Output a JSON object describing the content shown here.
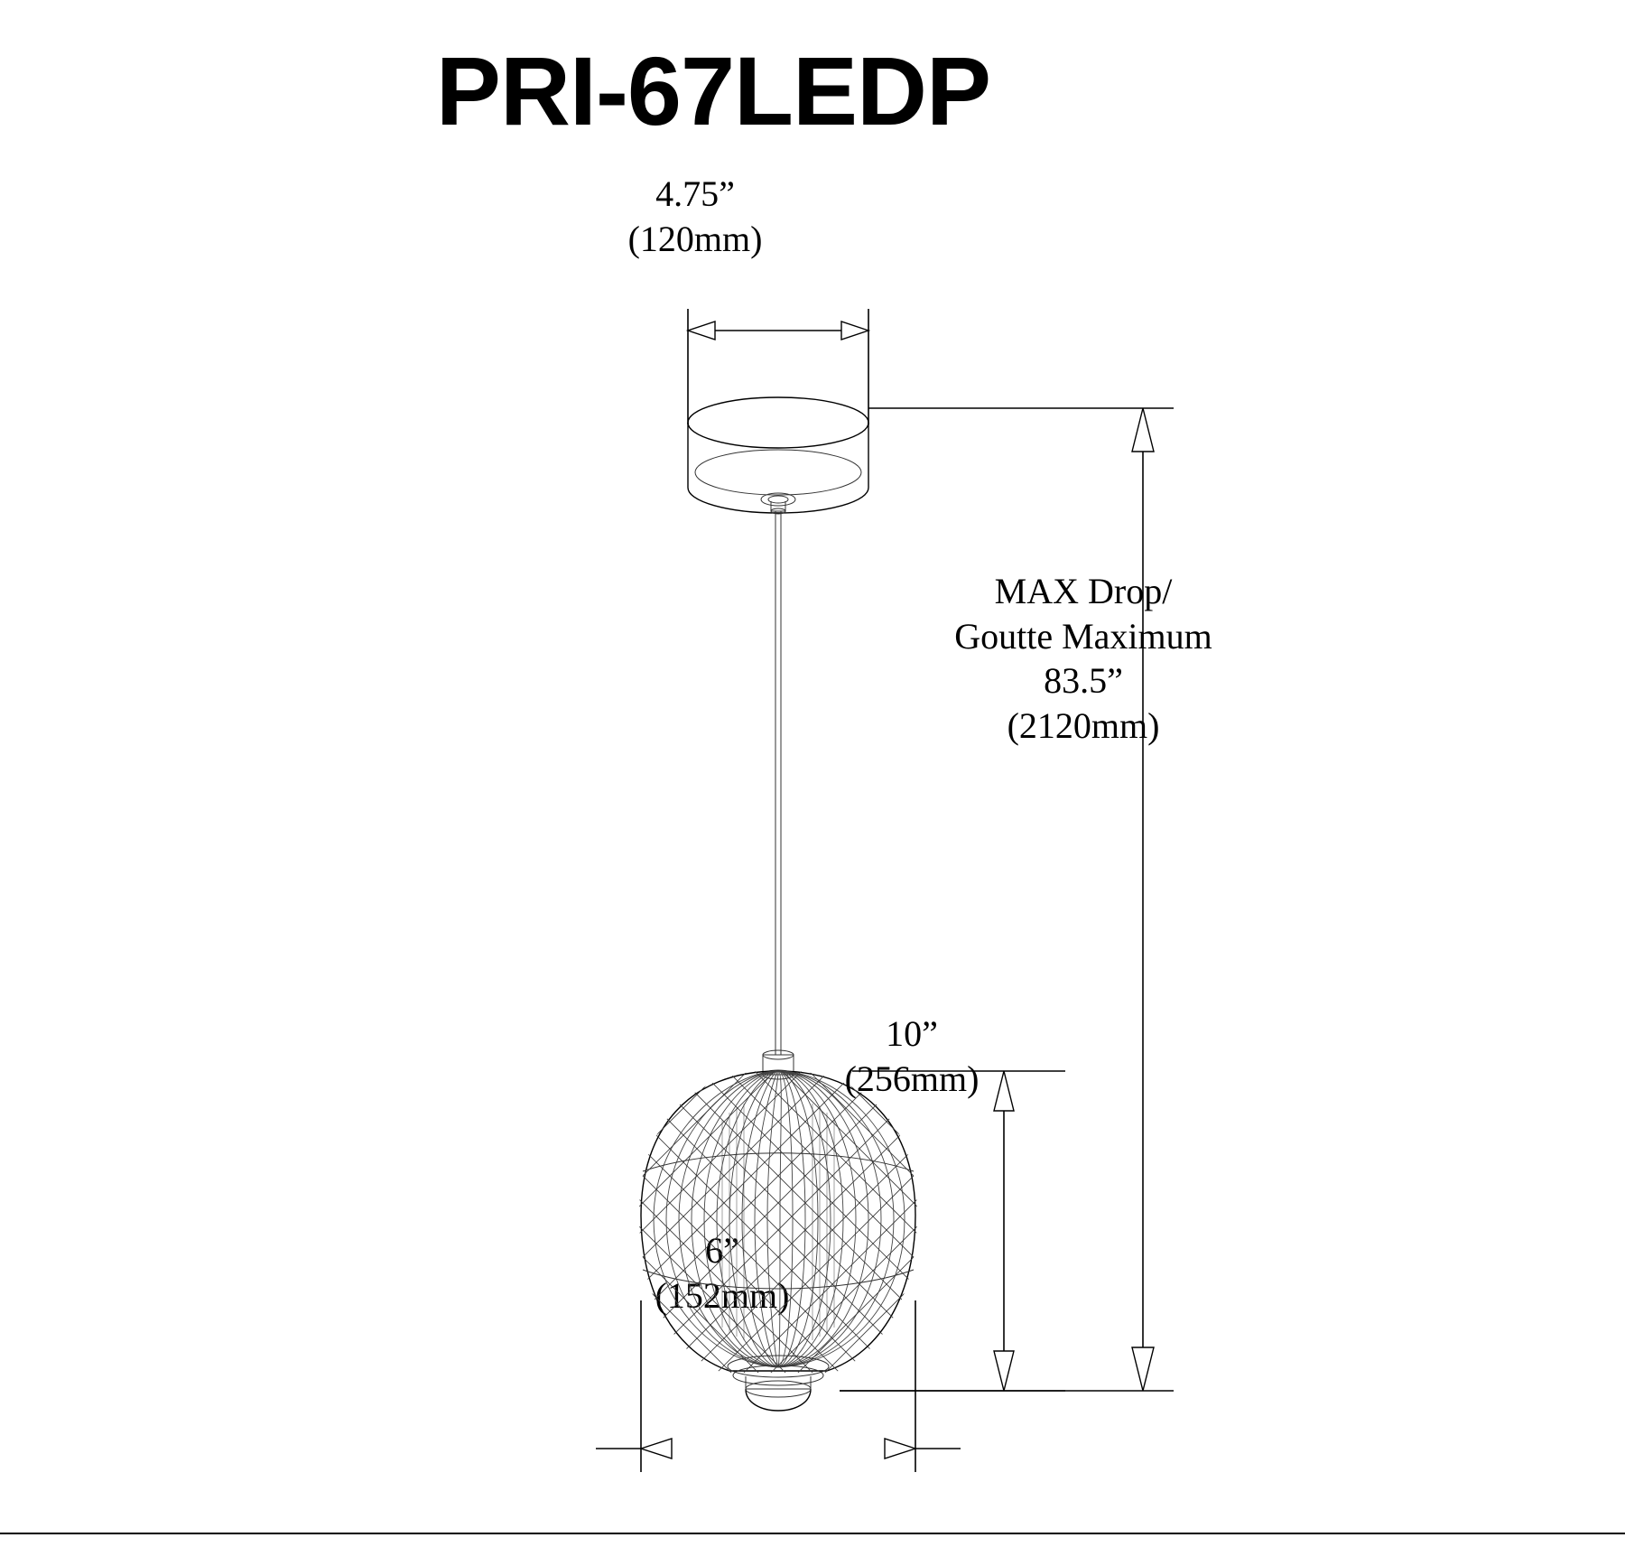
{
  "document": {
    "title": "PRI-67LEDP",
    "type": "product-dimension-drawing",
    "background_color": "#ffffff",
    "line_color": "#000000"
  },
  "dimensions": {
    "canopy_width": {
      "label": "canopy-diameter",
      "imperial": "4.75”",
      "metric": "(120mm)",
      "text": "4.75”\n(120mm)"
    },
    "max_drop": {
      "label": "max-drop",
      "line1": "MAX Drop/",
      "line2": "Goutte Maximum",
      "imperial": "83.5”",
      "metric": "(2120mm)",
      "text": "MAX Drop/\nGoutte Maximum\n83.5”\n(2120mm)"
    },
    "shade_height": {
      "label": "shade-height",
      "imperial": "10”",
      "metric": "(256mm)",
      "text": "10”\n(256mm)"
    },
    "shade_width": {
      "label": "shade-width",
      "imperial": "6”",
      "metric": "(152mm)",
      "text": "6”\n(152mm)"
    }
  },
  "drawing": {
    "parts": [
      "ceiling-canopy",
      "suspension-cable",
      "wire-mesh-shade",
      "bottom-diffuser"
    ],
    "canopy_shape": "cylinder",
    "shade_shape": "oval-wire-cage",
    "mesh_pattern": "diamond-lattice"
  }
}
